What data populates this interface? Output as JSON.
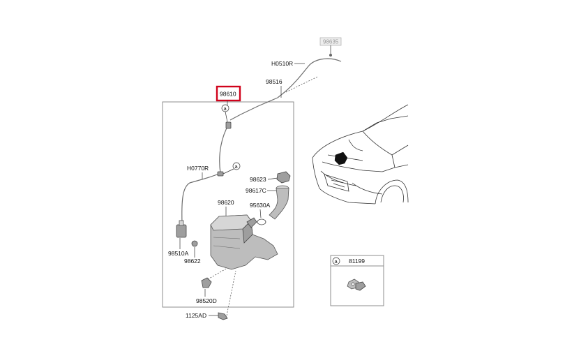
{
  "labels": {
    "p98635": "98635",
    "h0510r": "H0510R",
    "p98516": "98516",
    "p98610": "98610",
    "h0770r": "H0770R",
    "p98623": "98623",
    "p98617c": "98617C",
    "p98620": "98620",
    "p95630a": "95630A",
    "p98510a": "98510A",
    "p98622": "98622",
    "p98520d": "98520D",
    "p1125ad": "1125AD",
    "callout_a": "a",
    "detail_a": "a",
    "detail_part": "81199"
  },
  "colors": {
    "highlight": "#d0021b",
    "line": "#333333",
    "part_fill": "#bdbdbd"
  },
  "icons": {
    "highlight_box": "red-rectangle",
    "callout": "circled-letter"
  }
}
